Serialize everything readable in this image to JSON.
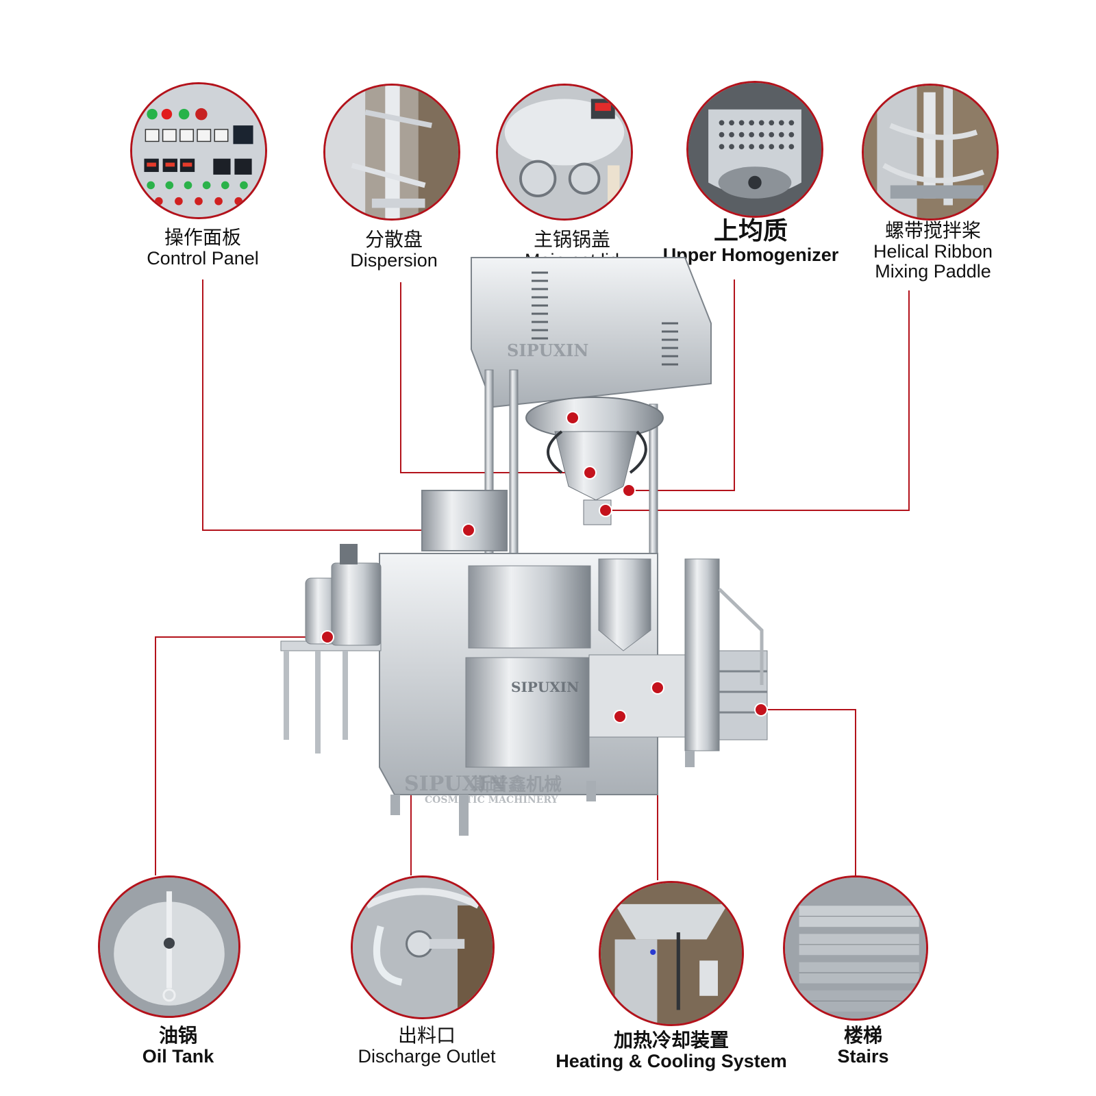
{
  "callouts": {
    "control_panel": {
      "zh": "操作面板",
      "en": "Control Panel"
    },
    "dispersion": {
      "zh": "分散盘",
      "en": "Dispersion"
    },
    "main_pot_lid": {
      "zh": "主锅锅盖",
      "en": "Main pot lid"
    },
    "upper_homogenizer": {
      "zh": "上均质",
      "en": "Upper Homogenizer"
    },
    "helical_ribbon": {
      "zh": "螺带搅拌桨",
      "en": "Helical Ribbon",
      "en2": "Mixing Paddle"
    },
    "oil_tank": {
      "zh": "油锅",
      "en": "Oil Tank"
    },
    "discharge_outlet": {
      "zh": "出料口",
      "en": "Discharge Outlet"
    },
    "heating_cooling": {
      "zh": "加热冷却装置",
      "en": "Heating & Cooling System"
    },
    "stairs": {
      "zh": "楼梯",
      "en": "Stairs"
    }
  },
  "brand": {
    "logo": "SIPUXIN",
    "logo_cn": "斯普鑫机械",
    "sub": "COSMETIC MACHINERY"
  },
  "colors": {
    "accent": "#c4121c",
    "steel_light": "#e9ecef",
    "steel_dark": "#8a9098"
  }
}
